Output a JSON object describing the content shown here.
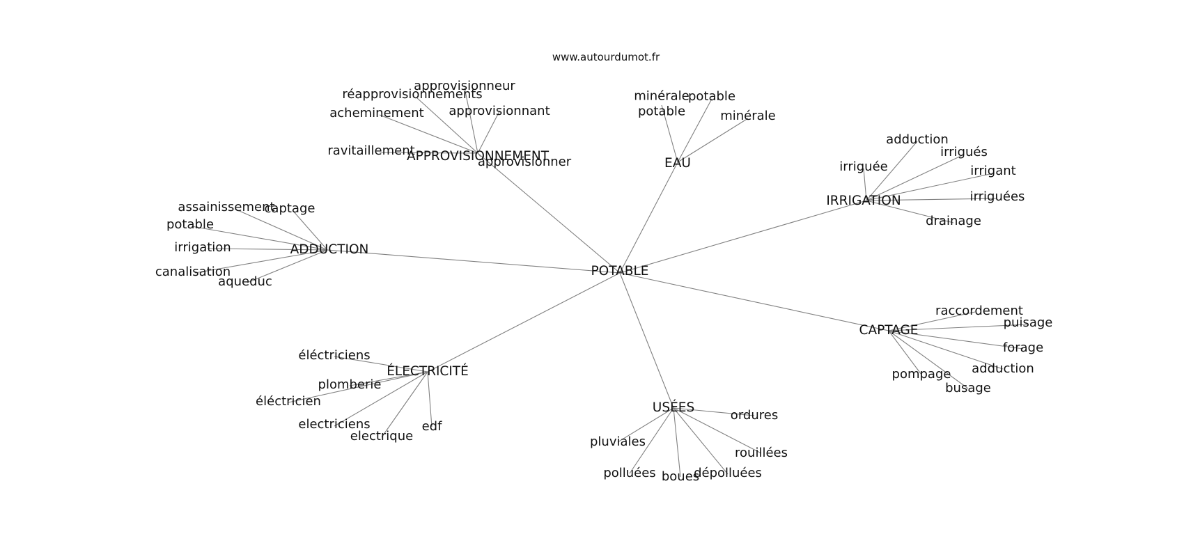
{
  "credit": "www.autourdumot.fr",
  "root": {
    "id": "potable",
    "label": "POTABLE"
  },
  "hubs": [
    {
      "id": "approvisionnement",
      "label": "APPROVISIONNEMENT",
      "children": [
        {
          "id": "approvisionneur",
          "label": "approvisionneur"
        },
        {
          "id": "reapprovisionnements",
          "label": "réapprovisionnements"
        },
        {
          "id": "approvisionnant",
          "label": "approvisionnant"
        },
        {
          "id": "acheminement",
          "label": "acheminement"
        },
        {
          "id": "ravitaillement",
          "label": "ravitaillement"
        },
        {
          "id": "approvisionner",
          "label": "approvisionner"
        }
      ]
    },
    {
      "id": "eau",
      "label": "EAU",
      "children": [
        {
          "id": "minerale-potable",
          "label": "minérale\npotable"
        },
        {
          "id": "potable",
          "label": "potable"
        },
        {
          "id": "minerale",
          "label": "minérale"
        }
      ]
    },
    {
      "id": "irrigation",
      "label": "IRRIGATION",
      "children": [
        {
          "id": "adduction",
          "label": "adduction"
        },
        {
          "id": "irrigues",
          "label": "irrigués"
        },
        {
          "id": "irriguee",
          "label": "irriguée"
        },
        {
          "id": "irrigant",
          "label": "irrigant"
        },
        {
          "id": "irriguees",
          "label": "irriguées"
        },
        {
          "id": "drainage",
          "label": "drainage"
        }
      ]
    },
    {
      "id": "adduction",
      "label": "ADDUCTION",
      "children": [
        {
          "id": "assainissement",
          "label": "assainissement"
        },
        {
          "id": "captage",
          "label": "captage"
        },
        {
          "id": "potable",
          "label": "potable"
        },
        {
          "id": "irrigation",
          "label": "irrigation"
        },
        {
          "id": "canalisation",
          "label": "canalisation"
        },
        {
          "id": "aqueduc",
          "label": "aqueduc"
        }
      ]
    },
    {
      "id": "captage",
      "label": "CAPTAGE",
      "children": [
        {
          "id": "raccordement",
          "label": "raccordement"
        },
        {
          "id": "puisage",
          "label": "puisage"
        },
        {
          "id": "forage",
          "label": "forage"
        },
        {
          "id": "adduction",
          "label": "adduction"
        },
        {
          "id": "pompage",
          "label": "pompage"
        },
        {
          "id": "busage",
          "label": "busage"
        }
      ]
    },
    {
      "id": "electricite",
      "label": "ÉLECTRICITÉ",
      "children": [
        {
          "id": "electriciens-accent",
          "label": "éléctriciens"
        },
        {
          "id": "plomberie",
          "label": "plomberie"
        },
        {
          "id": "electricien-accent",
          "label": "éléctricien"
        },
        {
          "id": "electriciens",
          "label": "electriciens"
        },
        {
          "id": "electrique",
          "label": "electrique"
        },
        {
          "id": "edf",
          "label": "edf"
        }
      ]
    },
    {
      "id": "usees",
      "label": "USÉES",
      "children": [
        {
          "id": "ordures",
          "label": "ordures"
        },
        {
          "id": "pluviales",
          "label": "pluviales"
        },
        {
          "id": "rouillees",
          "label": "rouillées"
        },
        {
          "id": "polluees",
          "label": "polluées"
        },
        {
          "id": "boues",
          "label": "boues"
        },
        {
          "id": "depolluees",
          "label": "dépolluées"
        }
      ]
    }
  ]
}
